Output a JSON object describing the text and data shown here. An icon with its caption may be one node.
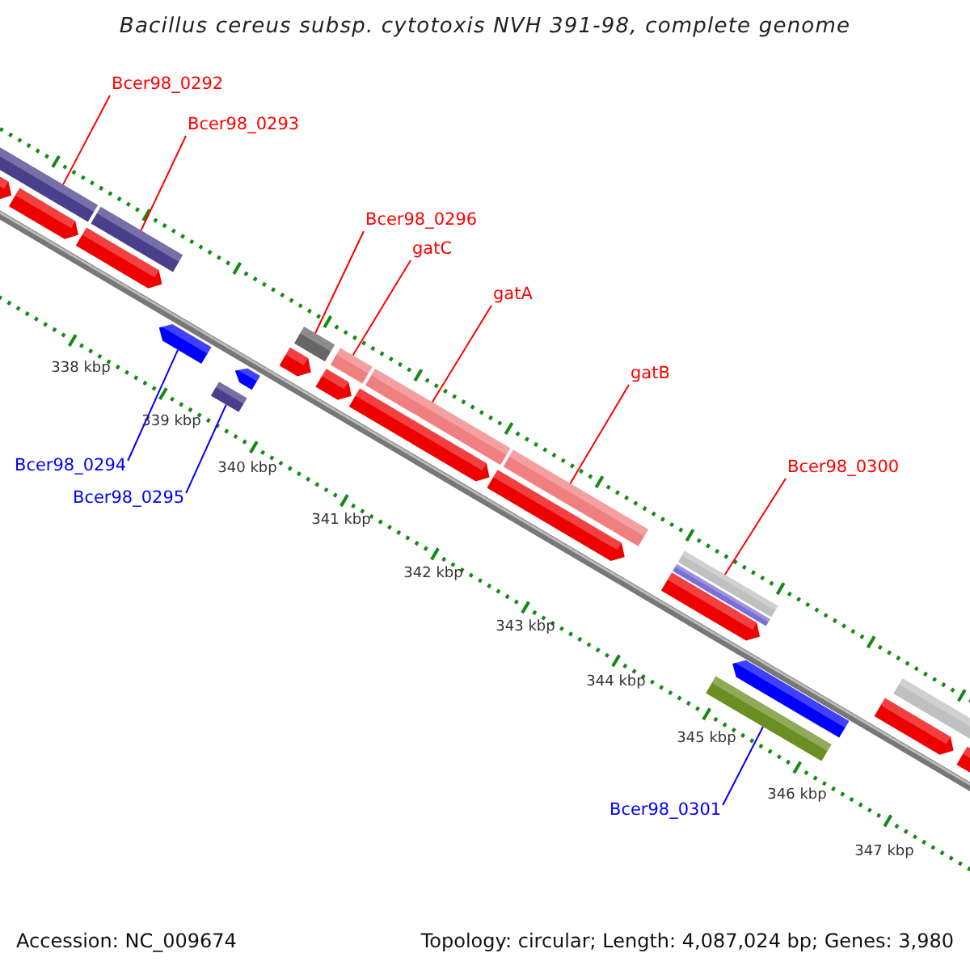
{
  "diagram": {
    "title": "Bacillus cereus subsp. cytotoxis NVH 391-98, complete genome",
    "nodes": [
      {
        "text": [
          "Bcer98_0292"
        ]
      },
      {
        "text": [
          "Bcer98_0293"
        ]
      },
      {
        "text": [
          "Bcer98_0296"
        ]
      },
      {
        "text": [
          "gatC"
        ]
      },
      {
        "text": [
          "gatA"
        ]
      },
      {
        "text": [
          "gatB"
        ]
      },
      {
        "text": [
          "Bcer98_0300"
        ]
      },
      {
        "text": [
          "Bcer98_0294"
        ]
      },
      {
        "text": [
          "Bcer98_0295"
        ]
      },
      {
        "text": [
          "Bcer98_0301"
        ]
      },
      {
        "text": [],
        "shape": "bar"
      },
      {
        "text": [],
        "shape": "bar"
      },
      {
        "text": [],
        "shape": "bar"
      },
      {
        "text": [],
        "shape": "bar"
      },
      {
        "text": [],
        "shape": "bar"
      },
      {
        "text": [],
        "shape": "bar"
      },
      {
        "text": [],
        "shape": "bar"
      },
      {
        "text": [],
        "shape": "arrow"
      },
      {
        "text": [],
        "shape": "bar"
      },
      {
        "text": [],
        "shape": "bar"
      }
    ],
    "edges": [
      {
        "from": 0,
        "to": 10,
        "arrow": "none"
      },
      {
        "from": 1,
        "to": 11,
        "arrow": "none"
      },
      {
        "from": 2,
        "to": 12,
        "arrow": "none"
      },
      {
        "from": 3,
        "to": 13,
        "arrow": "none"
      },
      {
        "from": 4,
        "to": 14,
        "arrow": "none"
      },
      {
        "from": 5,
        "to": 15,
        "arrow": "none"
      },
      {
        "from": 6,
        "to": 16,
        "arrow": "none"
      },
      {
        "from": 7,
        "to": 17,
        "arrow": "none",
        "color": "#0000ff"
      },
      {
        "from": 8,
        "to": 18,
        "arrow": "none",
        "color": "#0000ff"
      },
      {
        "from": 9,
        "to": 19,
        "arrow": "none",
        "color": "#0000ff"
      }
    ],
    "labels": [
      "338 kbp",
      "339 kbp",
      "340 kbp",
      "341 kbp",
      "342 kbp",
      "343 kbp",
      "344 kbp",
      "345 kbp",
      "346 kbp",
      "347 kbp",
      "Accession: NC_009674",
      "Topology: circular; Length: 4,087,024 bp; Genes: 3,980"
    ]
  }
}
